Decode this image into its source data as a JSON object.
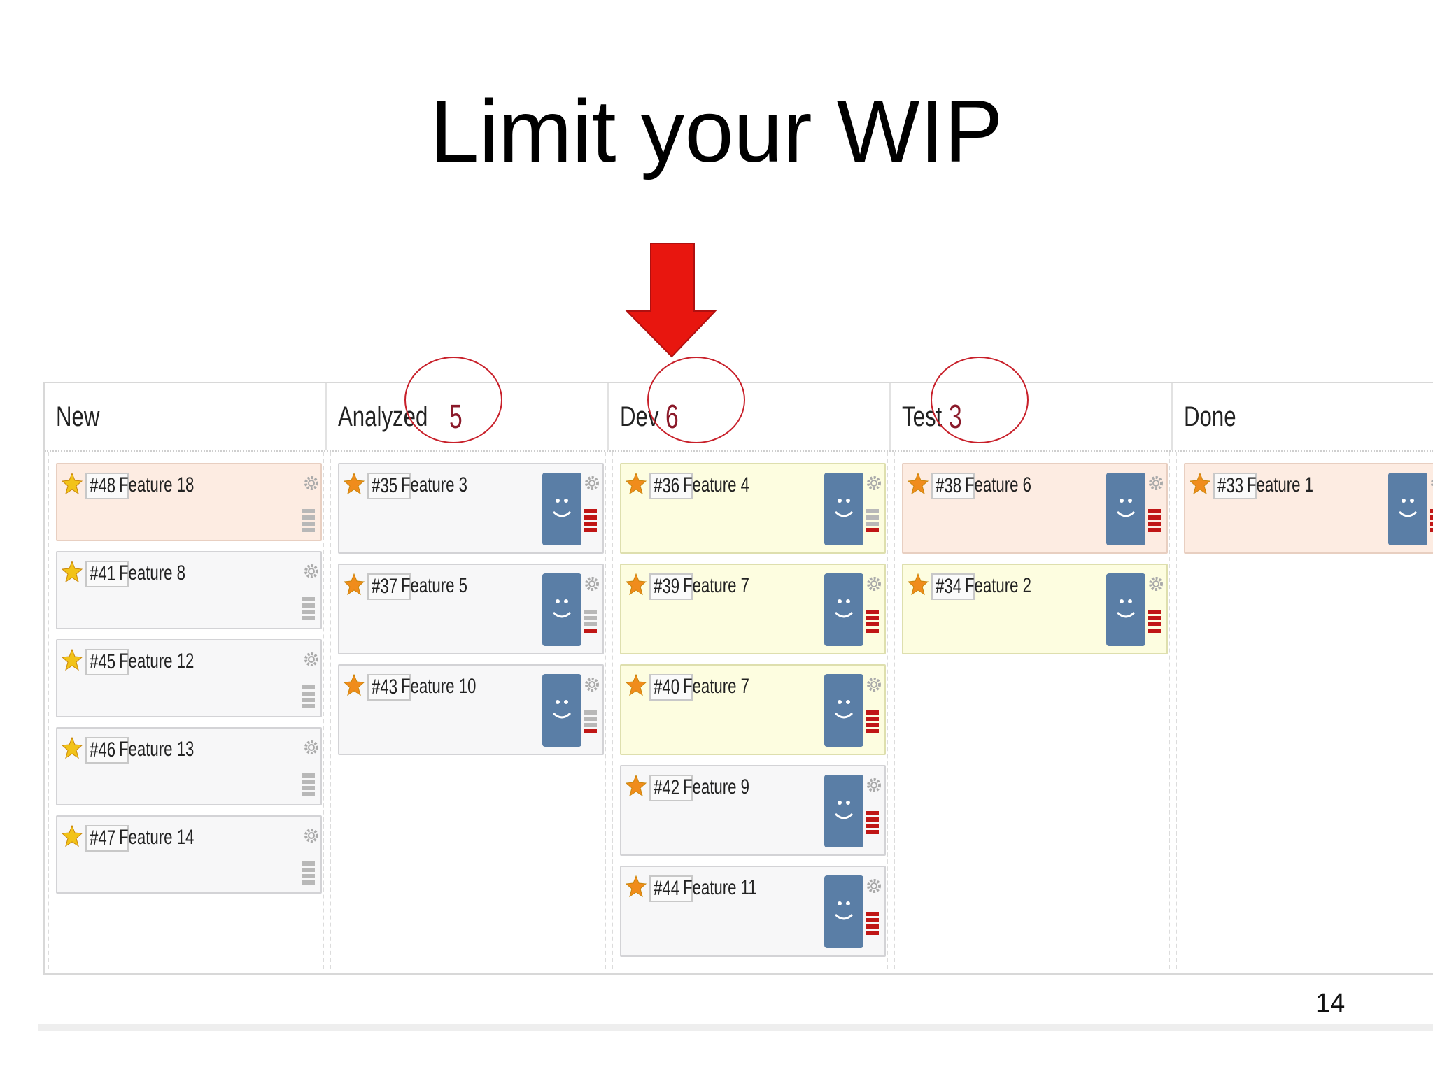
{
  "slide": {
    "title": "Limit your WIP",
    "page_number": "14"
  },
  "colors": {
    "arrow": "#e8160f",
    "circle": "#c8202a",
    "wip_number": "#8b1a2a",
    "avatar": "#5a7ea6"
  },
  "board": {
    "columns": [
      {
        "name": "New",
        "wip": "",
        "cards": [
          {
            "id": "#48",
            "title": "Feature 18",
            "color": "orange",
            "avatar": false
          },
          {
            "id": "#41",
            "title": "Feature 8",
            "color": "plain",
            "avatar": false
          },
          {
            "id": "#45",
            "title": "Feature 12",
            "color": "plain",
            "avatar": false
          },
          {
            "id": "#46",
            "title": "Feature 13",
            "color": "plain",
            "avatar": false
          },
          {
            "id": "#47",
            "title": "Feature 14",
            "color": "plain",
            "avatar": false
          }
        ]
      },
      {
        "name": "Analyzed",
        "wip": "5",
        "cards": [
          {
            "id": "#35",
            "title": "Feature 3",
            "color": "plain",
            "avatar": true
          },
          {
            "id": "#37",
            "title": "Feature 5",
            "color": "plain",
            "avatar": true
          },
          {
            "id": "#43",
            "title": "Feature 10",
            "color": "plain",
            "avatar": true
          }
        ]
      },
      {
        "name": "Dev",
        "wip": "6",
        "cards": [
          {
            "id": "#36",
            "title": "Feature 4",
            "color": "yellow",
            "avatar": true
          },
          {
            "id": "#39",
            "title": "Feature 7",
            "color": "yellow",
            "avatar": true
          },
          {
            "id": "#40",
            "title": "Feature 7",
            "color": "yellow",
            "avatar": true
          },
          {
            "id": "#42",
            "title": "Feature 9",
            "color": "plain",
            "avatar": true
          },
          {
            "id": "#44",
            "title": "Feature 11",
            "color": "plain",
            "avatar": true
          }
        ]
      },
      {
        "name": "Test",
        "wip": "3",
        "cards": [
          {
            "id": "#38",
            "title": "Feature 6",
            "color": "orange",
            "avatar": true
          },
          {
            "id": "#34",
            "title": "Feature 2",
            "color": "yellow",
            "avatar": true
          }
        ]
      },
      {
        "name": "Done",
        "wip": "",
        "cards": [
          {
            "id": "#33",
            "title": "Feature 1",
            "color": "orange",
            "avatar": true
          }
        ]
      }
    ]
  }
}
